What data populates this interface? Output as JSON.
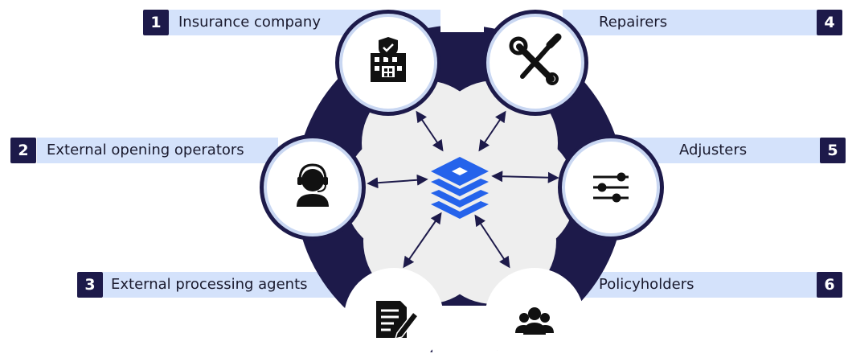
{
  "colors": {
    "navy": "#1d1a4a",
    "label_bg": "#d4e2fb",
    "center_bg": "#eeeeee",
    "circle_ring_inner": "#c9d7f2",
    "hub_blue": "#2563eb",
    "icon_black": "#111111"
  },
  "hub": {
    "icon": "stacked-layers-icon"
  },
  "nodes": [
    {
      "number": "1",
      "label": "Insurance company",
      "icon": "insurance-building-icon"
    },
    {
      "number": "2",
      "label": "External opening operators",
      "icon": "headset-operator-icon"
    },
    {
      "number": "3",
      "label": "External processing agents",
      "icon": "document-edit-icon"
    },
    {
      "number": "4",
      "label": "Repairers",
      "icon": "tools-icon"
    },
    {
      "number": "5",
      "label": "Adjusters",
      "icon": "sliders-icon"
    },
    {
      "number": "6",
      "label": "Policyholders",
      "icon": "people-group-icon"
    }
  ]
}
